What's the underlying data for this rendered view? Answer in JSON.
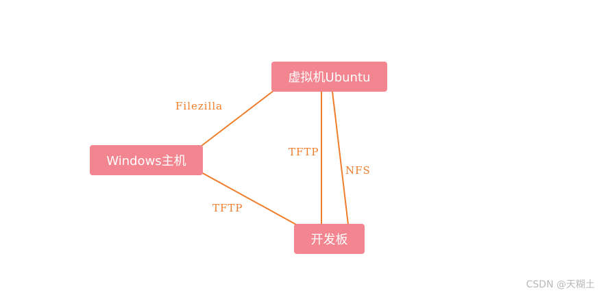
{
  "diagram": {
    "nodes": {
      "ubuntu": {
        "label": "虚拟机Ubuntu"
      },
      "windows": {
        "label": "Windows主机"
      },
      "board": {
        "label": "开发板"
      }
    },
    "edges": {
      "windows_ubuntu": {
        "label": "Filezilla"
      },
      "windows_board": {
        "label": "TFTP"
      },
      "ubuntu_board_tftp": {
        "label": "TFTP"
      },
      "ubuntu_board_nfs": {
        "label": "NFS"
      }
    },
    "colors": {
      "node_fill": "#f2858f",
      "node_text": "#ffffff",
      "edge": "#f07c2a",
      "edge_label": "#f07c2a"
    }
  },
  "watermark": {
    "text": "CSDN @天糊土"
  }
}
